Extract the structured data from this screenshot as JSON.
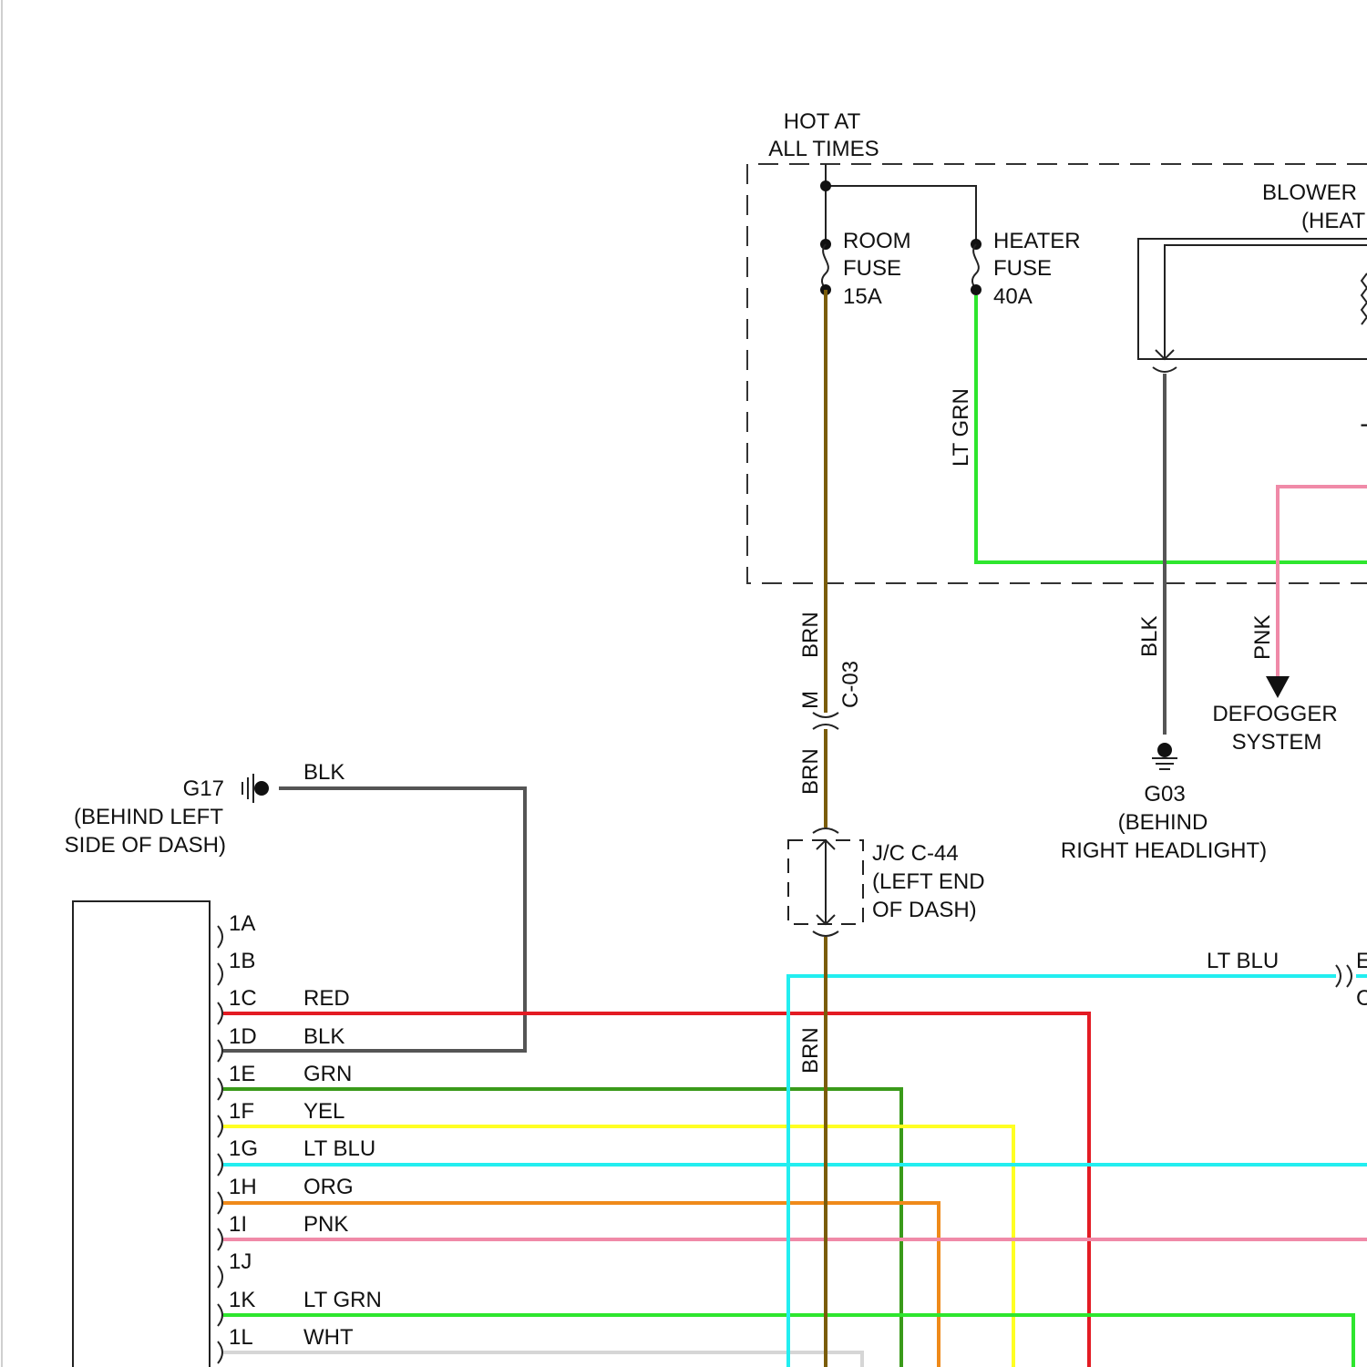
{
  "supply": {
    "line1": "HOT AT",
    "line2": "ALL TIMES"
  },
  "fuses": {
    "room": {
      "line1": "ROOM",
      "line2": "FUSE",
      "line3": "15A"
    },
    "heater": {
      "line1": "HEATER",
      "line2": "FUSE",
      "line3": "40A"
    }
  },
  "blower": {
    "line1": "BLOWER",
    "line2": "(HEAT"
  },
  "wires": {
    "brn": "BRN",
    "lt_grn": "LT GRN",
    "blk": "BLK",
    "pnk": "PNK",
    "lt_blu": "LT BLU"
  },
  "connectors": {
    "c03": {
      "name": "C-03",
      "pin": "M"
    },
    "jc_c44": {
      "line1": "J/C C-44",
      "line2": "(LEFT END",
      "line3": "OF DASH)"
    }
  },
  "grounds": {
    "g17": {
      "name": "G17",
      "line1": "(BEHIND LEFT",
      "line2": "SIDE OF DASH)"
    },
    "g03": {
      "name": "G03",
      "line1": "(BEHIND",
      "line2": "RIGHT HEADLIGHT)"
    }
  },
  "defogger": {
    "line1": "DEFOGGER",
    "line2": "SYSTEM"
  },
  "right_edge": {
    "e": "E",
    "c": "C"
  },
  "pins": [
    {
      "pin": "1A",
      "wire": ""
    },
    {
      "pin": "1B",
      "wire": ""
    },
    {
      "pin": "1C",
      "wire": "RED"
    },
    {
      "pin": "1D",
      "wire": "BLK"
    },
    {
      "pin": "1E",
      "wire": "GRN"
    },
    {
      "pin": "1F",
      "wire": "YEL"
    },
    {
      "pin": "1G",
      "wire": "LT BLU"
    },
    {
      "pin": "1H",
      "wire": "ORG"
    },
    {
      "pin": "1I",
      "wire": "PNK"
    },
    {
      "pin": "1J",
      "wire": ""
    },
    {
      "pin": "1K",
      "wire": "LT GRN"
    },
    {
      "pin": "1L",
      "wire": "WHT"
    }
  ],
  "colors": {
    "brown": "#7a5c0a",
    "lt_green": "#2ee62e",
    "green": "#3a9a1a",
    "red": "#e31b23",
    "black": "#555555",
    "yellow": "#ffff22",
    "lt_blue": "#22eef0",
    "orange": "#ef8a1a",
    "pink": "#f08aa8",
    "white_wire": "#d6d6d6"
  }
}
